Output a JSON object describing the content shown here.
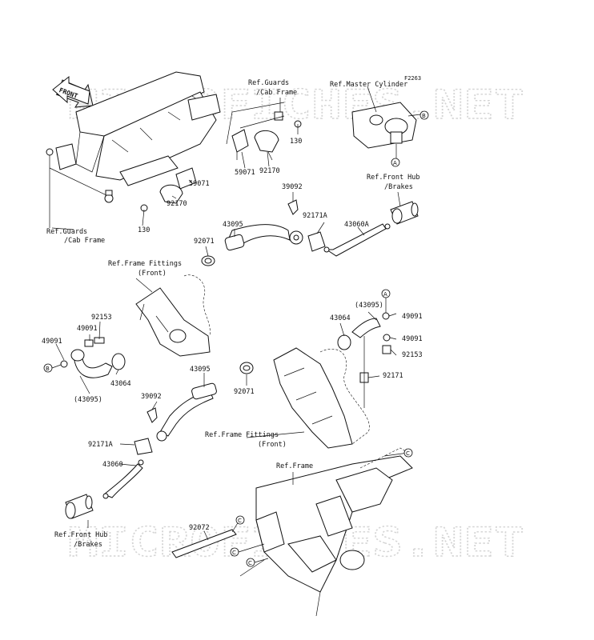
{
  "diagram_code": "F2263",
  "watermarks": [
    "MICROFICHES.NET",
    "MICROFICHES.NET"
  ],
  "front_arrow_label": "FRONT",
  "labels": {
    "ref_guards_top_1": "Ref.Guards",
    "ref_guards_top_2": "/Cab Frame",
    "ref_master_cyl": "Ref.Master Cylinder",
    "ref_front_hub_top_1": "Ref.Front Hub",
    "ref_front_hub_top_2": "/Brakes",
    "ref_guards_left_1": "Ref.Guards",
    "ref_guards_left_2": "/Cab Frame",
    "ref_frame_fit_1_1": "Ref.Frame Fittings",
    "ref_frame_fit_1_2": "(Front)",
    "ref_frame_fit_2_1": "Ref.Frame Fittings",
    "ref_frame_fit_2_2": "(Front)",
    "ref_frame": "Ref.Frame",
    "ref_front_hub_bot_1": "Ref.Front Hub",
    "ref_front_hub_bot_2": "/Brakes"
  },
  "parts": {
    "p130_a": "130",
    "p59071_a": "59071",
    "p92170_a": "92170",
    "p59071_b": "59071",
    "p92170_b": "92170",
    "p130_b": "130",
    "p39092_a": "39092",
    "p92171A_a": "92171A",
    "p43060A": "43060A",
    "p43095_a": "43095",
    "p92071_a": "92071",
    "p92153_a": "92153",
    "p49091_a": "49091",
    "p49091_b": "49091",
    "p43064_a": "43064",
    "p43095_b": "(43095)",
    "p43095_c": "(43095)",
    "p43064_b": "43064",
    "p49091_c": "49091",
    "p49091_d": "49091",
    "p92153_b": "92153",
    "p92171": "92171",
    "p43095_d": "43095",
    "p92071_b": "92071",
    "p39092_b": "39092",
    "p92171A_b": "92171A",
    "p43060": "43060",
    "p92072": "92072"
  },
  "callouts": {
    "A": "A",
    "B": "B",
    "C": "C"
  }
}
